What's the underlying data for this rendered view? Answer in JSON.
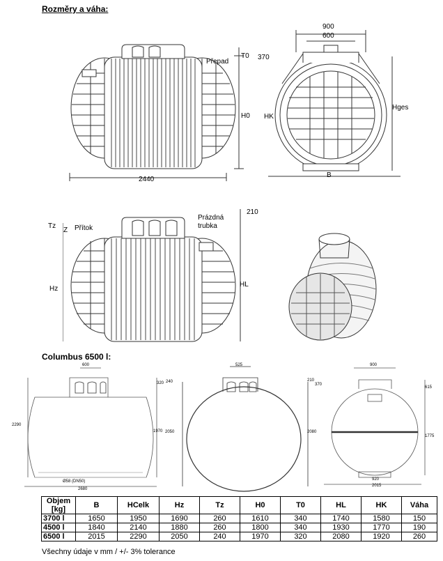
{
  "heading_dimensions": "Rozměry a váha:",
  "heading_columbus": "Columbus 6500 l:",
  "top_left": {
    "label_prepad": "Přepad",
    "label_t0": "T0",
    "label_h0": "H0",
    "dim_2440": "2440"
  },
  "top_right": {
    "dim_900": "900",
    "dim_600": "600",
    "dim_370": "370",
    "label_hk": "HK",
    "label_hges": "Hges",
    "label_b": "B"
  },
  "mid_left": {
    "label_tz": "Tz",
    "label_z": "Z",
    "label_pritok": "Přítok",
    "label_prazdna": "Prázdná",
    "label_trubka": "trubka",
    "dim_210": "210",
    "label_hz": "Hz",
    "label_hl": "HL"
  },
  "columbus": {
    "d1_600": "600",
    "d1_320": "320",
    "d1_2290": "2290",
    "d1_1970": "1970",
    "d1_pipe": "Ø58 (DN50)",
    "d1_2680": "2680",
    "d2_525": "525",
    "d2_240": "240",
    "d2_210": "210",
    "d2_2050": "2050",
    "d2_2080": "2080",
    "d3_900": "900",
    "d3_370": "370",
    "d3_615": "615",
    "d3_1775": "1775",
    "d3_920": "920",
    "d3_2015": "2015"
  },
  "table": {
    "headers": [
      "Objem [kg]",
      "B",
      "HCelk",
      "Hz",
      "Tz",
      "H0",
      "T0",
      "HL",
      "HK",
      "Váha"
    ],
    "rows": [
      [
        "3700 l",
        "1650",
        "1950",
        "1690",
        "260",
        "1610",
        "340",
        "1740",
        "1580",
        "150"
      ],
      [
        "4500 l",
        "1840",
        "2140",
        "1880",
        "260",
        "1800",
        "340",
        "1930",
        "1770",
        "190"
      ],
      [
        "6500 l",
        "2015",
        "2290",
        "2050",
        "240",
        "1970",
        "320",
        "2080",
        "1920",
        "260"
      ]
    ]
  },
  "note": "Všechny údaje v mm / +/- 3% tolerance"
}
